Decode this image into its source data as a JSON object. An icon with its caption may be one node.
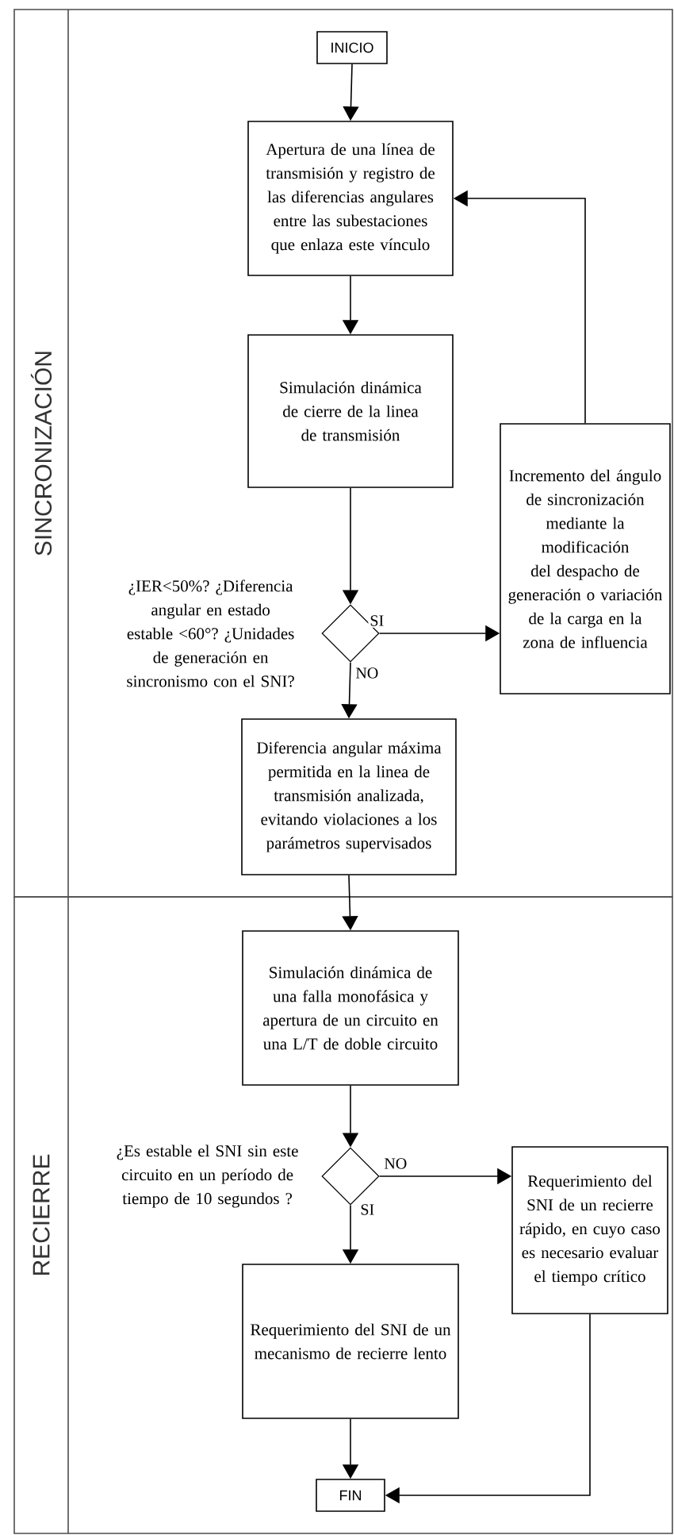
{
  "diagram": {
    "nodes": [
      {
        "text": [
          "SINCRONIZACIÓN"
        ]
      },
      {
        "text": [
          "INICIO"
        ],
        "in": 0
      },
      {
        "text": [
          "Apertura de una línea de transmisión y registro de las diferencias angulares entre las subestaciones que enlaza este vínculo"
        ],
        "in": 0
      },
      {
        "text": [
          "Simulación dinámica de cierre de la linea de transmisión"
        ],
        "in": 0
      },
      {
        "text": [
          "Incremento del ángulo de sincronización mediante la modificación del despacho de generación o variación de la carga en la zona de influencia"
        ],
        "in": 0
      },
      {
        "text": [],
        "shape": "diamond",
        "in": 0,
        "beside": [
          "¿IER<50%? ¿Diferencia angular en estado estable <60°? ¿Unidades de generación en sincronismo con el SNI?"
        ]
      },
      {
        "text": [
          "Diferencia angular máxima permitida en la linea de transmisión analizada, evitando violaciones a los parámetros supervisados"
        ],
        "in": 0
      },
      {
        "text": [
          "RECIERRE"
        ]
      },
      {
        "text": [
          "Simulación dinámica de una falla monofásica y apertura de un circuito en una L/T de doble circuito"
        ],
        "in": 7
      },
      {
        "text": [],
        "shape": "diamond",
        "in": 7,
        "beside": [
          "¿Es estable el SNI sin este circuito en un período de tiempo de 10 segundos ?"
        ]
      },
      {
        "text": [
          "Requerimiento del SNI de un recierre rápido, en cuyo caso es necesario evaluar el tiempo crítico"
        ],
        "in": 7
      },
      {
        "text": [
          "Requerimiento del SNI de un mecanismo de recierre lento"
        ],
        "in": 7
      },
      {
        "text": [
          "FIN"
        ],
        "in": 7
      }
    ],
    "edges": [
      {
        "from": 1,
        "to": 2,
        "arrow": "to"
      },
      {
        "from": 2,
        "to": 3,
        "arrow": "to"
      },
      {
        "from": 3,
        "to": 5,
        "arrow": "to"
      },
      {
        "from": 5,
        "to": 4,
        "arrow": "to",
        "label": "SI"
      },
      {
        "from": 4,
        "to": 2,
        "arrow": "to"
      },
      {
        "from": 5,
        "to": 6,
        "arrow": "to",
        "label": "NO"
      },
      {
        "from": 6,
        "to": 8,
        "arrow": "to"
      },
      {
        "from": 8,
        "to": 9,
        "arrow": "to"
      },
      {
        "from": 9,
        "to": 10,
        "arrow": "to",
        "label": "NO"
      },
      {
        "from": 9,
        "to": 11,
        "arrow": "to",
        "label": "SI"
      },
      {
        "from": 11,
        "to": 12,
        "arrow": "to"
      },
      {
        "from": 10,
        "to": 12,
        "arrow": "to"
      }
    ]
  }
}
